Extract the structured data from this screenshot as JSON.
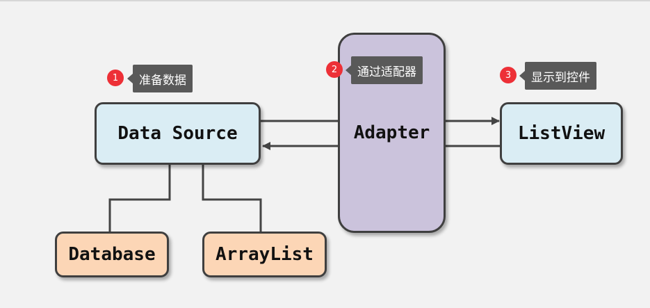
{
  "nodes": {
    "data_source": "Data Source",
    "adapter": "Adapter",
    "listview": "ListView",
    "database": "Database",
    "arraylist": "ArrayList"
  },
  "steps": [
    {
      "number": "1",
      "label": "准备数据"
    },
    {
      "number": "2",
      "label": "通过适配器"
    },
    {
      "number": "3",
      "label": "显示到控件"
    }
  ],
  "colors": {
    "background": "#f2f2f2",
    "source_fill": "#daedf4",
    "store_fill": "#fcd6b6",
    "adapter_fill": "#cbc3dc",
    "outline": "#3f3f3f",
    "badge": "#ed3037",
    "callout": "#595959"
  }
}
